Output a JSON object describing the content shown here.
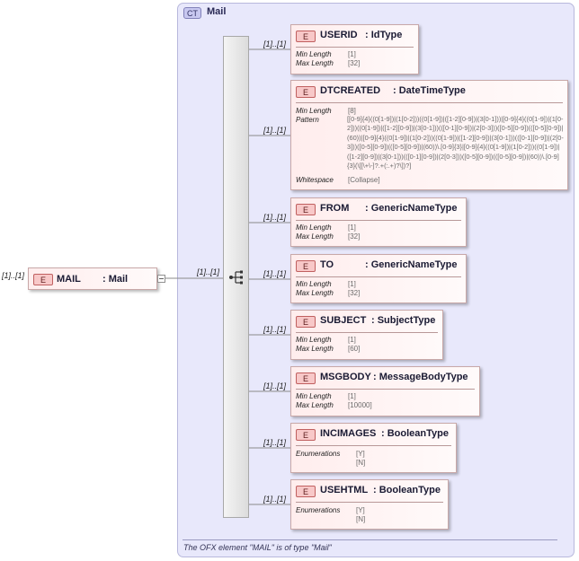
{
  "complex_type": {
    "badge": "CT",
    "name": "Mail",
    "footer": "The OFX element \"MAIL\" is of type \"Mail\""
  },
  "root": {
    "badge": "E",
    "name": "MAIL",
    "type": ": Mail",
    "multiplicity": "[1]..[1]",
    "sequence_multiplicity": "[1]..[1]"
  },
  "elements": [
    {
      "name": "USERID",
      "type": ": IdType",
      "multiplicity": "[1]..[1]",
      "props": [
        {
          "label": "Min Length",
          "value": "[1]"
        },
        {
          "label": "Max Length",
          "value": "[32]"
        }
      ]
    },
    {
      "name": "DTCREATED",
      "type": ": DateTimeType",
      "multiplicity": "[1]..[1]",
      "props": [
        {
          "label": "Min Length",
          "value": "[8]"
        },
        {
          "label": "Pattern",
          "value": ""
        },
        {
          "label": "Whitespace",
          "value": "[Collapse]"
        }
      ],
      "pattern": "[[0-9]{4}((0[1-9])|(1[0-2]))((0[1-9])|([1-2][0-9])|(3[0-1]))|[0-9]{4}((0[1-9])|(1[0-2]))((0[1-9])|([1-2][0-9])|(3[0-1]))(([0-1][0-9])|(2[0-3]))([0-5][0-9])(([0-5][0-9])|(60))|[0-9]{4}((0[1-9])|(1[0-2]))((0[1-9])|([1-2][0-9])|(3[0-1]))(([0-1][0-9])|(2[0-3]))([0-5][0-9])(([0-5][0-9])|(60))\\.[0-9]{3}|[0-9]{4}((0[1-9])|(1[0-2]))((0[1-9])|([1-2][0-9])|(3[0-1]))(([0-1][0-9])|(2[0-3]))([0-5][0-9])(([0-5][0-9])|(60))\\.[0-9]{3}(\\[[\\+\\-]?.+(:.+)?\\])?]"
    },
    {
      "name": "FROM",
      "type": ": GenericNameType",
      "multiplicity": "[1]..[1]",
      "props": [
        {
          "label": "Min Length",
          "value": "[1]"
        },
        {
          "label": "Max Length",
          "value": "[32]"
        }
      ]
    },
    {
      "name": "TO",
      "type": ": GenericNameType",
      "multiplicity": "[1]..[1]",
      "props": [
        {
          "label": "Min Length",
          "value": "[1]"
        },
        {
          "label": "Max Length",
          "value": "[32]"
        }
      ]
    },
    {
      "name": "SUBJECT",
      "type": ": SubjectType",
      "multiplicity": "[1]..[1]",
      "props": [
        {
          "label": "Min Length",
          "value": "[1]"
        },
        {
          "label": "Max Length",
          "value": "[60]"
        }
      ]
    },
    {
      "name": "MSGBODY",
      "type": ": MessageBodyType",
      "multiplicity": "[1]..[1]",
      "props": [
        {
          "label": "Min Length",
          "value": "[1]"
        },
        {
          "label": "Max Length",
          "value": "[10000]"
        }
      ]
    },
    {
      "name": "INCIMAGES",
      "type": ": BooleanType",
      "multiplicity": "[1]..[1]",
      "props": [
        {
          "label": "Enumerations",
          "value": "[Y]"
        },
        {
          "label": "",
          "value": "[N]"
        }
      ]
    },
    {
      "name": "USEHTML",
      "type": ": BooleanType",
      "multiplicity": "[1]..[1]",
      "props": [
        {
          "label": "Enumerations",
          "value": "[Y]"
        },
        {
          "label": "",
          "value": "[N]"
        }
      ]
    }
  ]
}
